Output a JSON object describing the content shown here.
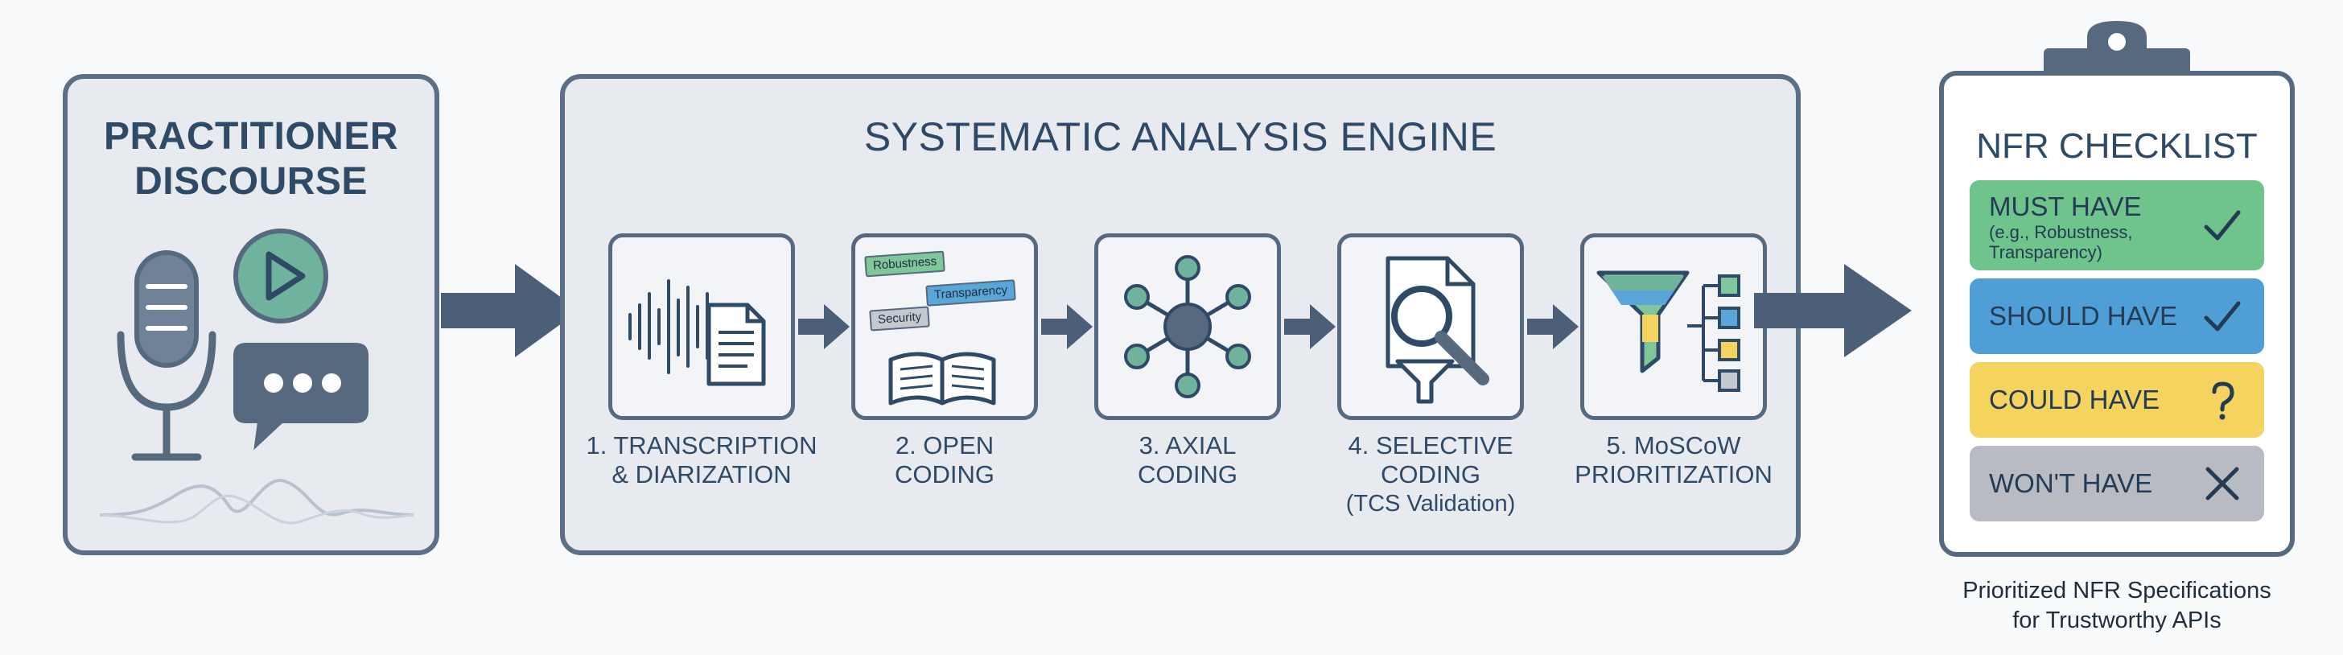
{
  "source_panel": {
    "title_line1": "PRACTITIONER",
    "title_line2": "DISCOURSE"
  },
  "engine": {
    "title": "SYSTEMATIC ANALYSIS ENGINE",
    "steps": [
      {
        "line1": "1. TRANSCRIPTION",
        "line2": "& DIARIZATION",
        "icon": "waveform-document-icon"
      },
      {
        "line1": "2. OPEN",
        "line2": "CODING",
        "icon": "tagged-book-icon"
      },
      {
        "line1": "3. AXIAL",
        "line2": "CODING",
        "icon": "network-icon"
      },
      {
        "line1": "4. SELECTIVE",
        "line2": "CODING",
        "line3": "(TCS Validation)",
        "icon": "document-search-funnel-icon"
      },
      {
        "line1": "5. MoSCoW",
        "line2": "PRIORITIZATION",
        "icon": "funnel-categories-icon"
      }
    ],
    "tags": [
      "Robustness",
      "Transparency",
      "Security"
    ]
  },
  "checklist": {
    "title": "NFR CHECKLIST",
    "items": [
      {
        "label": "MUST HAVE",
        "example": "(e.g., Robustness,",
        "example2": "Transparency)",
        "color": "#6ec48a",
        "symbol": "check-icon"
      },
      {
        "label": "SHOULD HAVE",
        "color": "#4f9fd6",
        "symbol": "check-icon"
      },
      {
        "label": "COULD HAVE",
        "color": "#f4d35e",
        "symbol": "question-icon"
      },
      {
        "label": "WON'T HAVE",
        "color": "#b8bcc2",
        "symbol": "cross-icon"
      }
    ],
    "caption_line1": "Prioritized NFR Specifications",
    "caption_line2": "for Trustworthy APIs"
  },
  "colors": {
    "outline": "#55697f",
    "arrow": "#4b5f78",
    "teal": "#6fb39c",
    "steel": "#56697f"
  }
}
